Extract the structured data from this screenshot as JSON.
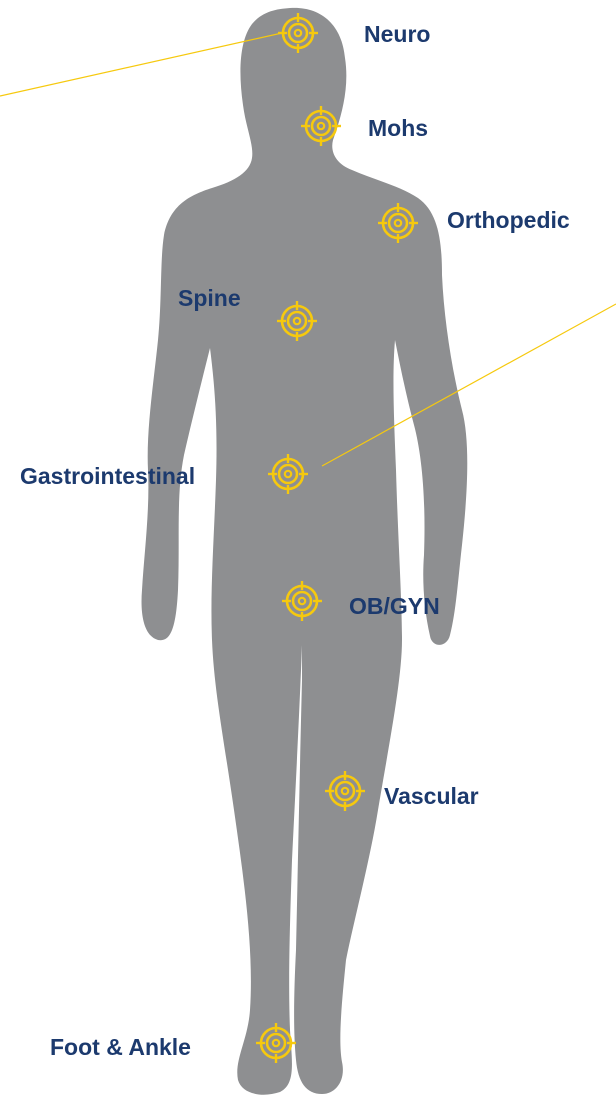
{
  "colors": {
    "body": "#8e8f91",
    "target": "#f6c90e",
    "label": "#1c3a6e",
    "leader": "#f6c90e"
  },
  "icon": "crosshair-target-icon",
  "specialties": [
    {
      "id": "neuro",
      "label": "Neuro"
    },
    {
      "id": "mohs",
      "label": "Mohs"
    },
    {
      "id": "orthopedic",
      "label": "Orthopedic"
    },
    {
      "id": "spine",
      "label": "Spine"
    },
    {
      "id": "gastrointestinal",
      "label": "Gastrointestinal"
    },
    {
      "id": "ob-gyn",
      "label": "OB/GYN"
    },
    {
      "id": "vascular",
      "label": "Vascular"
    },
    {
      "id": "foot-ankle",
      "label": "Foot & Ankle"
    }
  ]
}
